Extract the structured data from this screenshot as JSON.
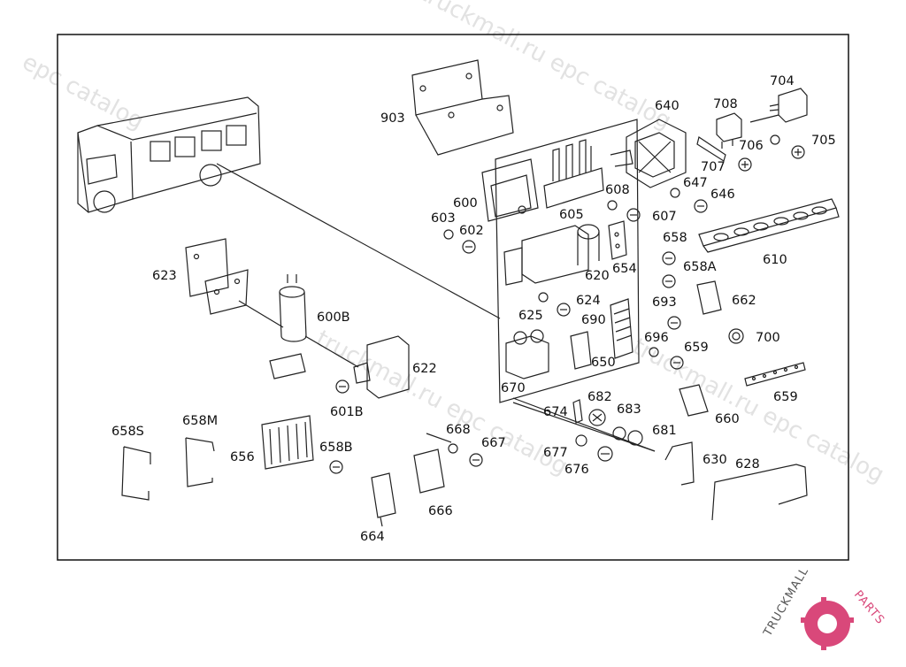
{
  "watermark": {
    "text_a": "truckmall.ru epc catalog",
    "text_b": "epc catalog"
  },
  "logo": {
    "text_main": "TRUCKMALL",
    "text_accent": "PARTS",
    "color": "#d9487a"
  },
  "labels": {
    "p903": "903",
    "p640": "640",
    "p708": "708",
    "p704": "704",
    "p706": "706",
    "p705": "705",
    "p707": "707",
    "p647": "647",
    "p646": "646",
    "p600": "600",
    "p608": "608",
    "p607": "607",
    "p603": "603",
    "p602": "602",
    "p605": "605",
    "p658": "658",
    "p610": "610",
    "p620": "620",
    "p654": "654",
    "p658A": "658A",
    "p623": "623",
    "p600B": "600B",
    "p624": "624",
    "p625": "625",
    "p690": "690",
    "p693": "693",
    "p662": "662",
    "p700": "700",
    "p696": "696",
    "p659a": "659",
    "p622": "622",
    "p650": "650",
    "p670": "670",
    "p682": "682",
    "p683": "683",
    "p674": "674",
    "p659b": "659",
    "p601B": "601B",
    "p660": "660",
    "p681": "681",
    "p658S": "658S",
    "p658M": "658M",
    "p668": "668",
    "p667": "667",
    "p658B": "658B",
    "p656": "656",
    "p677": "677",
    "p676": "676",
    "p630": "630",
    "p628": "628",
    "p666": "666",
    "p664": "664"
  }
}
